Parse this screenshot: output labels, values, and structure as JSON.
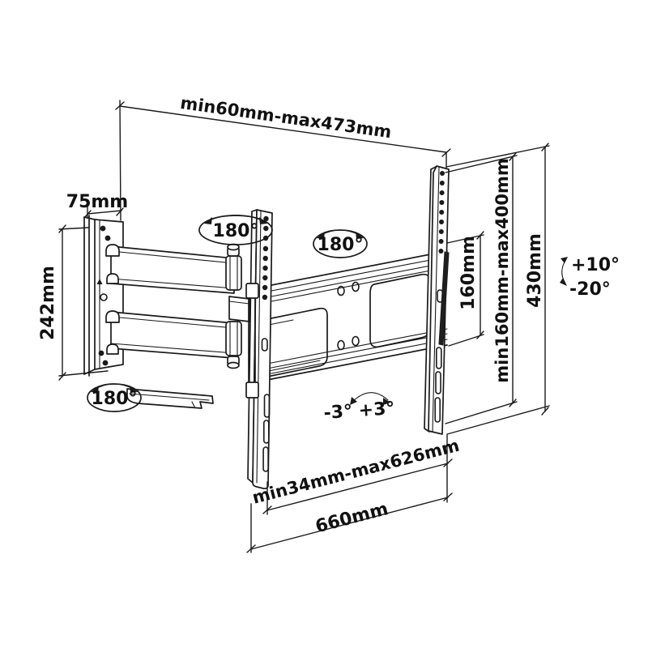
{
  "colors": {
    "line": "#1a1a1a",
    "background": "#ffffff"
  },
  "dimensions": {
    "top_width": "min60mm-max473mm",
    "plate_depth": "75mm",
    "plate_height": "242mm",
    "vesa_vertical": "160mm",
    "vesa_range_vertical": "min160mm-max400mm",
    "bracket_height": "430mm",
    "bottom_range": "min34mm-max626mm",
    "bottom_width": "660mm"
  },
  "angles": {
    "swivel_wall": "180°",
    "swivel_mid": "180°",
    "swivel_bottom": "180°",
    "tilt_up": "+10°",
    "tilt_down": "-20°",
    "level_range": "-3° +3°"
  }
}
